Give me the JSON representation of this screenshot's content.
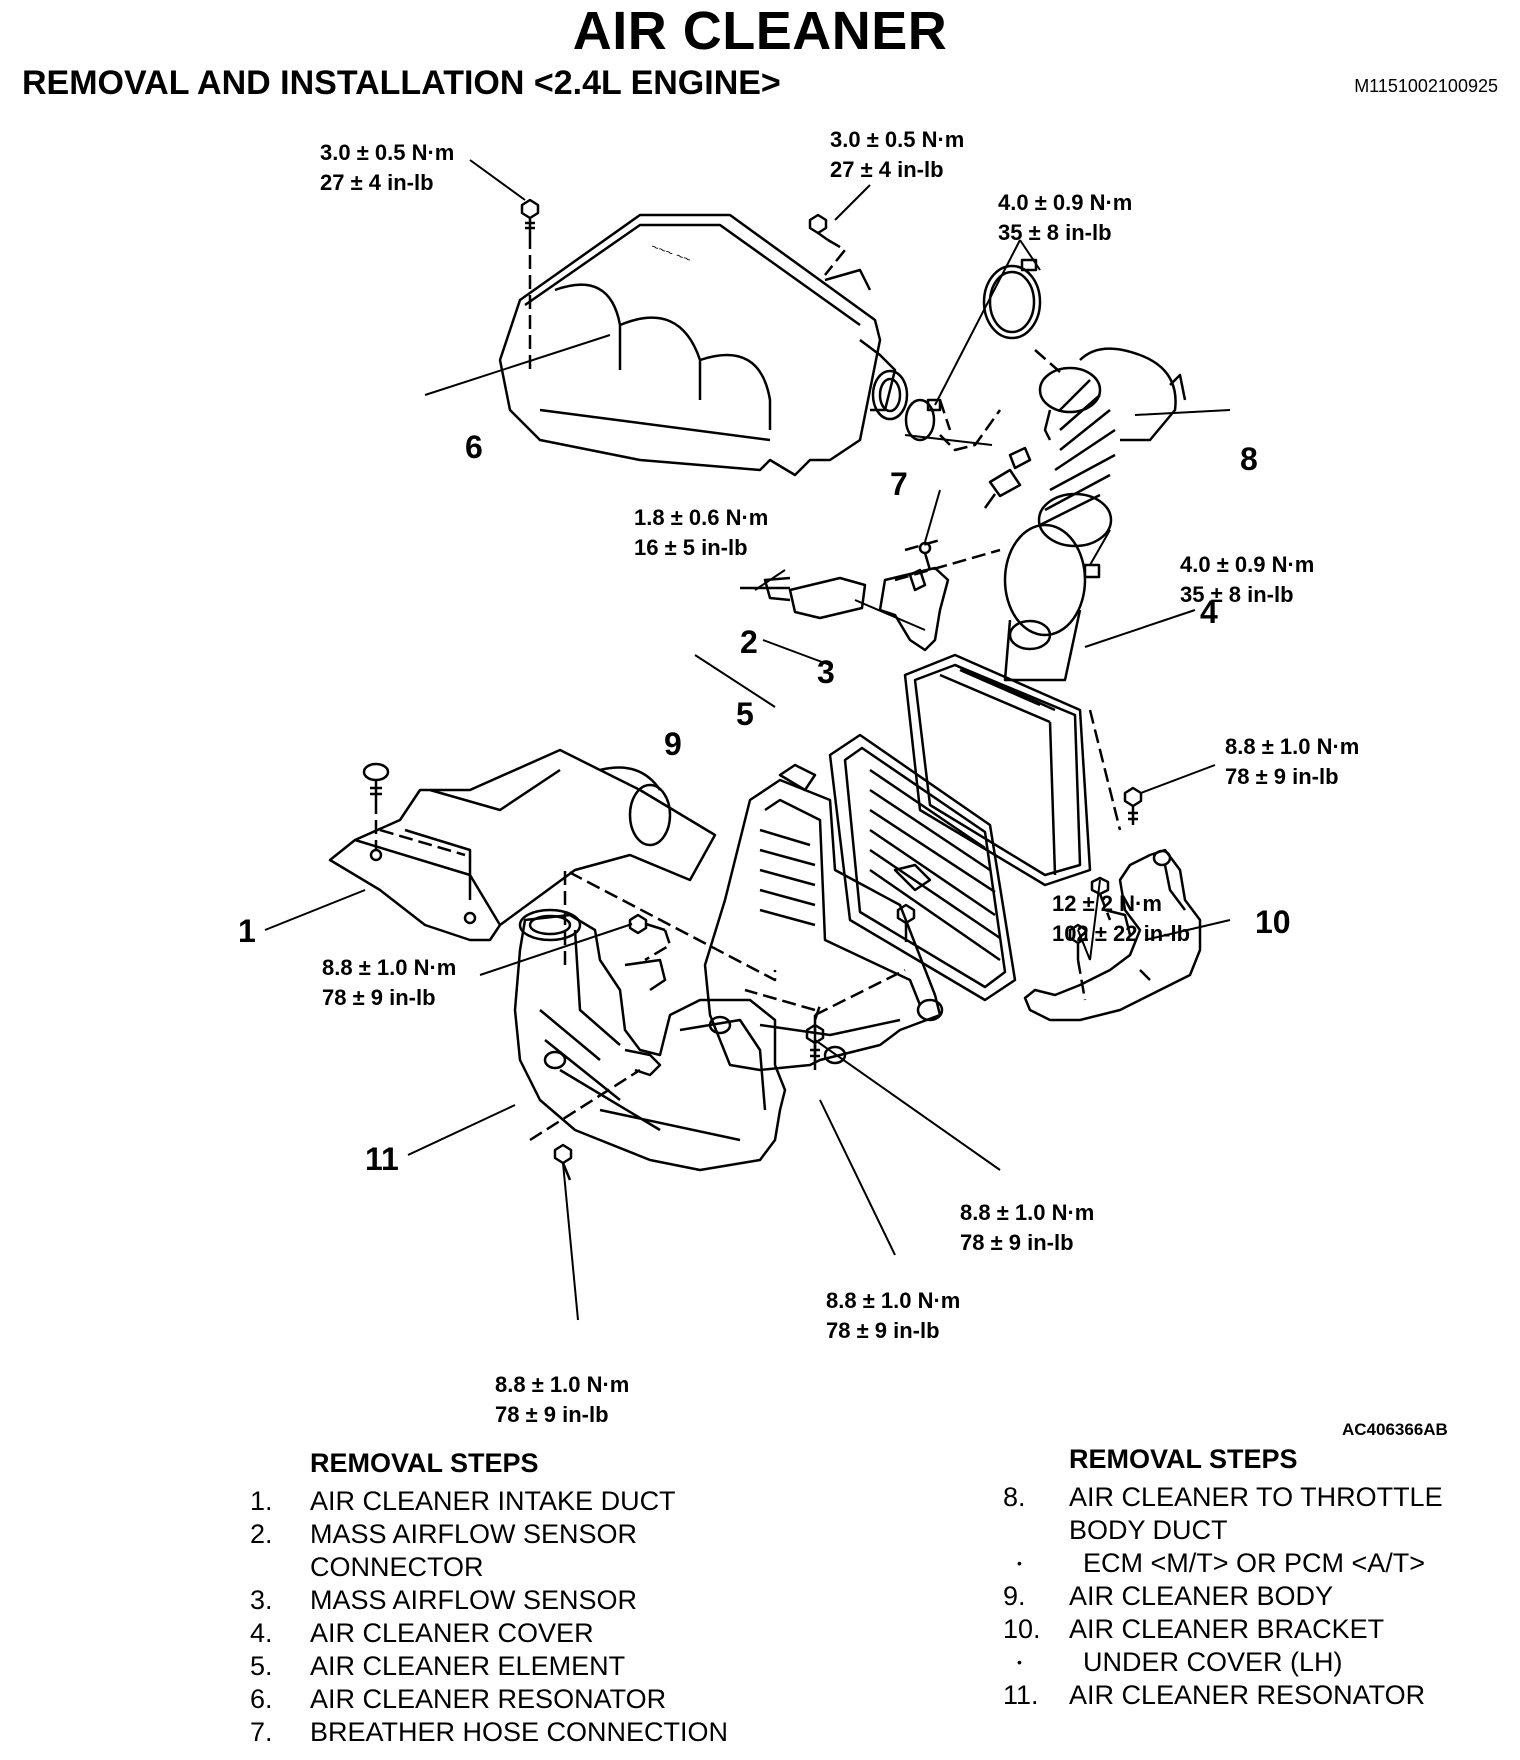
{
  "header": {
    "title": "AIR CLEANER",
    "subtitle": "REMOVAL AND INSTALLATION <2.4L ENGINE>",
    "doc_id": "M1151002100925"
  },
  "figure": {
    "figure_id": "AC406366AB",
    "torques": [
      {
        "nm": "3.0 ± 0.5 N·m",
        "inlb": "27 ± 4 in-lb"
      },
      {
        "nm": "3.0 ± 0.5 N·m",
        "inlb": "27 ± 4 in-lb"
      },
      {
        "nm": "4.0 ± 0.9 N·m",
        "inlb": "35 ± 8 in-lb"
      },
      {
        "nm": "1.8 ± 0.6 N·m",
        "inlb": "16 ± 5 in-lb"
      },
      {
        "nm": "4.0 ± 0.9 N·m",
        "inlb": "35 ± 8 in-lb"
      },
      {
        "nm": "8.8 ± 1.0 N·m",
        "inlb": "78 ± 9 in-lb"
      },
      {
        "nm": "12 ± 2 N·m",
        "inlb": "102 ± 22 in-lb"
      },
      {
        "nm": "8.8 ± 1.0 N·m",
        "inlb": "78 ± 9 in-lb"
      },
      {
        "nm": "8.8 ± 1.0 N·m",
        "inlb": "78 ± 9 in-lb"
      },
      {
        "nm": "8.8 ± 1.0 N·m",
        "inlb": "78 ± 9 in-lb"
      },
      {
        "nm": "8.8 ± 1.0 N·m",
        "inlb": "78 ± 9 in-lb"
      }
    ],
    "callouts": [
      "1",
      "2",
      "3",
      "4",
      "5",
      "6",
      "7",
      "8",
      "9",
      "10",
      "11"
    ]
  },
  "steps_left": {
    "heading": "REMOVAL STEPS",
    "items": [
      {
        "num": "1.",
        "lines": [
          "AIR CLEANER INTAKE DUCT"
        ]
      },
      {
        "num": "2.",
        "lines": [
          "MASS AIRFLOW SENSOR",
          "CONNECTOR"
        ]
      },
      {
        "num": "3.",
        "lines": [
          "MASS AIRFLOW SENSOR"
        ]
      },
      {
        "num": "4.",
        "lines": [
          "AIR CLEANER COVER"
        ]
      },
      {
        "num": "5.",
        "lines": [
          "AIR CLEANER ELEMENT"
        ]
      },
      {
        "num": "6.",
        "lines": [
          "AIR CLEANER RESONATOR"
        ]
      },
      {
        "num": "7.",
        "lines": [
          "BREATHER HOSE CONNECTION"
        ]
      }
    ]
  },
  "steps_right": {
    "heading": "REMOVAL STEPS",
    "items": [
      {
        "num": "8.",
        "lines": [
          "AIR CLEANER TO THROTTLE",
          "BODY DUCT"
        ]
      },
      {
        "num": "•",
        "lines": [
          "ECM <M/T> OR PCM <A/T>"
        ]
      },
      {
        "num": "9.",
        "lines": [
          "AIR CLEANER BODY"
        ]
      },
      {
        "num": "10.",
        "lines": [
          "AIR CLEANER BRACKET"
        ]
      },
      {
        "num": "•",
        "lines": [
          "UNDER COVER (LH)"
        ]
      },
      {
        "num": "11.",
        "lines": [
          "AIR CLEANER RESONATOR"
        ]
      }
    ]
  }
}
